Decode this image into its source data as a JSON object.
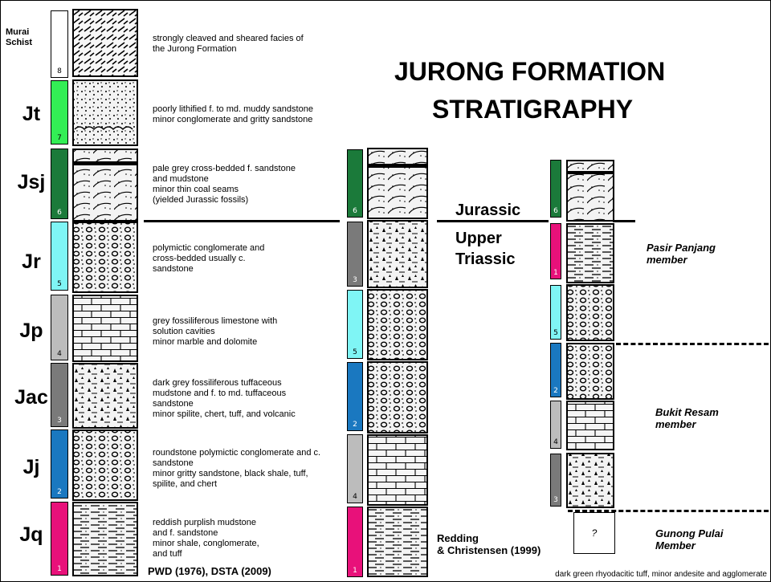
{
  "title": {
    "line1": "JURONG  FORMATION",
    "line2": "STRATIGRAPHY"
  },
  "periods": {
    "jurassic": "Jurassic",
    "upper": "Upper",
    "triassic": "Triassic"
  },
  "colors": {
    "unit_8": "#ffffff",
    "unit_7": "#33ee55",
    "unit_6": "#1b7a3a",
    "unit_5": "#7ff5f5",
    "unit_4": "#bcbcbc",
    "unit_3": "#7a7a7a",
    "unit_2": "#1a78c0",
    "unit_1": "#e8117a"
  },
  "left_column": {
    "reference": "PWD (1976), DSTA (2009)",
    "units": [
      {
        "code_line1": "Murai",
        "code_line2": "Schist",
        "number": "8",
        "color": "#ffffff"
      },
      {
        "code": "Jt",
        "number": "7",
        "color": "#33ee55"
      },
      {
        "code": "Jsj",
        "number": "6",
        "color": "#1b7a3a"
      },
      {
        "code": "Jr",
        "number": "5",
        "color": "#7ff5f5"
      },
      {
        "code": "Jp",
        "number": "4",
        "color": "#bcbcbc"
      },
      {
        "code": "Jac",
        "number": "3",
        "color": "#7a7a7a"
      },
      {
        "code": "Jj",
        "number": "2",
        "color": "#1a78c0"
      },
      {
        "code": "Jq",
        "number": "1",
        "color": "#e8117a"
      }
    ],
    "descriptions": [
      [
        "strongly cleaved and sheared facies of",
        "the Jurong Formation"
      ],
      [
        "poorly lithified f. to md. muddy sandstone",
        "minor conglomerate and gritty sandstone"
      ],
      [
        "pale grey cross-bedded f. sandstone",
        "and mudstone",
        "minor thin coal seams",
        "(yielded Jurassic fossils)"
      ],
      [
        "polymictic conglomerate and",
        "cross-bedded usually c.",
        "sandstone"
      ],
      [
        "grey fossiliferous limestone with",
        "solution cavities",
        "minor marble and dolomite"
      ],
      [
        "dark grey fossiliferous tuffaceous",
        "mudstone and f. to md. tuffaceous",
        "sandstone",
        "minor spilite, chert, tuff, and volcanic"
      ],
      [
        "roundstone polymictic conglomerate and c.",
        "sandstone",
        "minor gritty sandstone, black shale, tuff,",
        "spilite, and chert"
      ],
      [
        "reddish purplish mudstone",
        "and f. sandstone",
        "minor shale, conglomerate,",
        "and tuff"
      ]
    ]
  },
  "middle_column": {
    "reference_line1": "Redding",
    "reference_line2": "& Christensen (1999)",
    "units": [
      {
        "number": "6",
        "color": "#1b7a3a"
      },
      {
        "number": "3",
        "color": "#7a7a7a"
      },
      {
        "number": "5",
        "color": "#7ff5f5"
      },
      {
        "number": "2",
        "color": "#1a78c0"
      },
      {
        "number": "4",
        "color": "#bcbcbc"
      },
      {
        "number": "1",
        "color": "#e8117a"
      }
    ]
  },
  "right_column": {
    "unknown_label": "?",
    "units": [
      {
        "number": "6",
        "color": "#1b7a3a"
      },
      {
        "number": "1",
        "color": "#e8117a"
      },
      {
        "number": "5",
        "color": "#7ff5f5"
      },
      {
        "number": "2",
        "color": "#1a78c0"
      },
      {
        "number": "4",
        "color": "#bcbcbc"
      },
      {
        "number": "3",
        "color": "#7a7a7a"
      }
    ],
    "members": [
      {
        "line1": "Pasir Panjang",
        "line2": "member"
      },
      {
        "line1": "Bukit Resam",
        "line2": "member"
      },
      {
        "line1": "Gunong Pulai",
        "line2": "Member"
      }
    ]
  },
  "footnote": "dark green rhyodacitic tuff, minor andesite and agglomerate"
}
